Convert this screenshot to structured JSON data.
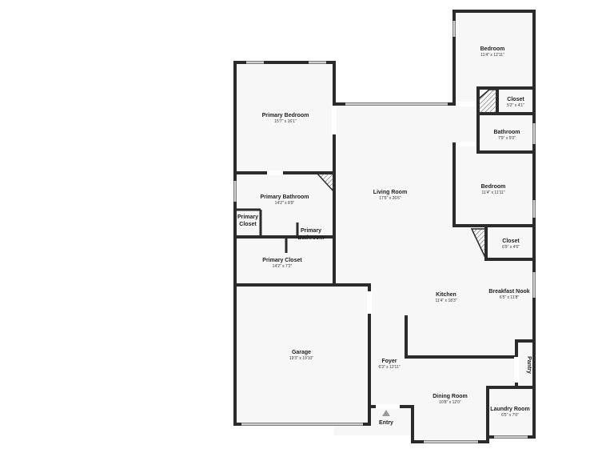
{
  "rooms": [
    {
      "key": "bedroom_top",
      "name": "Bedroom",
      "dim": "11'4\" x 12'11\""
    },
    {
      "key": "closet_top",
      "name": "Closet",
      "dim": "5'2\" x 4'1\""
    },
    {
      "key": "bathroom",
      "name": "Bathroom",
      "dim": "7'9\" x 5'0\""
    },
    {
      "key": "bedroom_mid",
      "name": "Bedroom",
      "dim": "11'4\" x 11'11\""
    },
    {
      "key": "closet_mid",
      "name": "Closet",
      "dim": "6'9\" x 4'6\""
    },
    {
      "key": "primary_bedroom",
      "name": "Primary Bedroom",
      "dim": "15'7\" x 16'1\""
    },
    {
      "key": "primary_bathroom",
      "name": "Primary Bathroom",
      "dim": "14'2\" x 8'9\""
    },
    {
      "key": "primary_closet_small",
      "name_lines": [
        "Primary",
        "Closet"
      ]
    },
    {
      "key": "primary_bathroom_small",
      "name_lines": [
        "Primary",
        "Bathroom"
      ]
    },
    {
      "key": "primary_closet",
      "name": "Primary Closet",
      "dim": "14'2\" x 7'2\""
    },
    {
      "key": "living_room",
      "name": "Living Room",
      "dim": "17'6\" x 26'6\""
    },
    {
      "key": "kitchen",
      "name": "Kitchen",
      "dim": "11'4\" x 18'3\""
    },
    {
      "key": "breakfast_nook",
      "name": "Breakfast Nook",
      "dim": "6'5\" x 11'8\""
    },
    {
      "key": "garage",
      "name": "Garage",
      "dim": "19'3\" x 19'10\""
    },
    {
      "key": "foyer",
      "name": "Foyer",
      "dim": "6'3\" x 12'11\""
    },
    {
      "key": "dining_room",
      "name": "Dining Room",
      "dim": "10'8\" x 12'0\""
    },
    {
      "key": "laundry_room",
      "name": "Laundry Room",
      "dim": "6'5\" x 7'0\""
    },
    {
      "key": "pantry",
      "name": "Pantry"
    }
  ],
  "entry_label": "Entry"
}
